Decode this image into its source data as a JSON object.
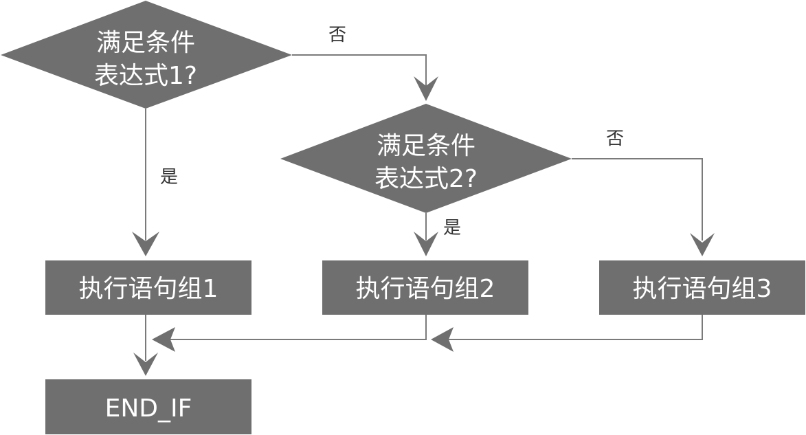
{
  "diagram": {
    "type": "flowchart",
    "colors": {
      "node_fill": "#6f6f6f",
      "node_text": "#ffffff",
      "connector": "#7a7a7a",
      "label_text": "#333333"
    },
    "nodes": {
      "cond1": {
        "kind": "decision",
        "lines": [
          "满足条件",
          "表达式1?"
        ]
      },
      "cond2": {
        "kind": "decision",
        "lines": [
          "满足条件",
          "表达式2?"
        ]
      },
      "stmt1": {
        "kind": "process",
        "label": "执行语句组1"
      },
      "stmt2": {
        "kind": "process",
        "label": "执行语句组2"
      },
      "stmt3": {
        "kind": "process",
        "label": "执行语句组3"
      },
      "end": {
        "kind": "process",
        "label": "END_IF"
      }
    },
    "edges": {
      "cond1_yes": {
        "from": "cond1",
        "to": "stmt1",
        "label": "是"
      },
      "cond1_no": {
        "from": "cond1",
        "to": "cond2",
        "label": "否"
      },
      "cond2_yes": {
        "from": "cond2",
        "to": "stmt2",
        "label": "是"
      },
      "cond2_no": {
        "from": "cond2",
        "to": "stmt3",
        "label": "否"
      },
      "stmt1_end": {
        "from": "stmt1",
        "to": "end",
        "label": ""
      },
      "stmt2_end": {
        "from": "stmt2",
        "to": "end",
        "label": ""
      },
      "stmt3_end": {
        "from": "stmt3",
        "to": "end",
        "label": ""
      }
    }
  }
}
